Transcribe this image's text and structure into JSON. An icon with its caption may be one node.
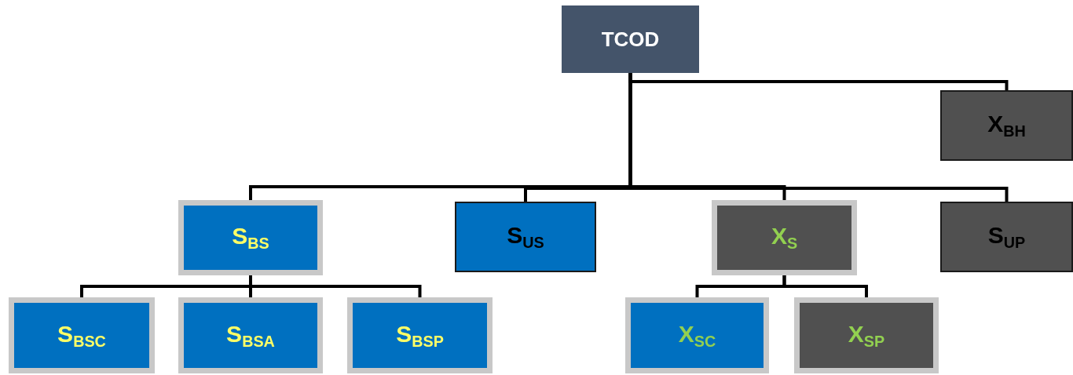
{
  "diagram": {
    "nodes": [
      {
        "text": [
          "TCOD"
        ]
      },
      {
        "text": [
          "X$_{BH}$"
        ]
      },
      {
        "text": [
          "S$_{BS}$"
        ]
      },
      {
        "text": [
          "S$_{US}$"
        ]
      },
      {
        "text": [
          "X$_{S}$"
        ]
      },
      {
        "text": [
          "S$_{UP}$"
        ]
      },
      {
        "text": [
          "S$_{BSC}$"
        ]
      },
      {
        "text": [
          "S$_{BSA}$"
        ]
      },
      {
        "text": [
          "S$_{BSP}$"
        ]
      },
      {
        "text": [
          "X$_{SC}$"
        ]
      },
      {
        "text": [
          "X$_{SP}$"
        ]
      }
    ],
    "edges": [
      {
        "from": 0,
        "to": 1,
        "arrow": "none"
      },
      {
        "from": 0,
        "to": 2,
        "arrow": "none"
      },
      {
        "from": 0,
        "to": 3,
        "arrow": "none"
      },
      {
        "from": 0,
        "to": 4,
        "arrow": "none"
      },
      {
        "from": 0,
        "to": 5,
        "arrow": "none"
      },
      {
        "from": 2,
        "to": 6,
        "arrow": "none"
      },
      {
        "from": 2,
        "to": 7,
        "arrow": "none"
      },
      {
        "from": 2,
        "to": 8,
        "arrow": "none"
      },
      {
        "from": 4,
        "to": 9,
        "arrow": "none"
      },
      {
        "from": 4,
        "to": 10,
        "arrow": "none"
      }
    ]
  }
}
